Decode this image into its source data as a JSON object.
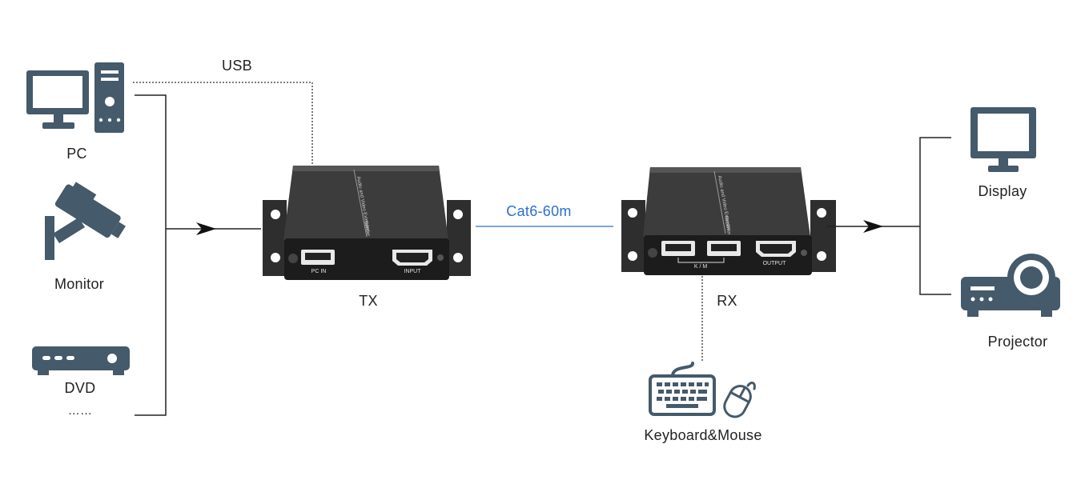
{
  "labels": {
    "usb": "USB",
    "pc": "PC",
    "monitor": "Monitor",
    "dvd": "DVD",
    "more": "……",
    "tx": "TX",
    "cable": "Cat6-60m",
    "rx": "RX",
    "display": "Display",
    "projector": "Projector",
    "keyboard_mouse": "Keyboard&Mouse"
  },
  "tx_device": {
    "top_text": "Audio and Video Extender",
    "side_text": "Sender",
    "port_pc_in": "PC IN",
    "port_input": "INPUT"
  },
  "rx_device": {
    "top_text": "Audio and Video Extender",
    "side_text": "Receiver",
    "port_km": "K / M",
    "port_output": "OUTPUT"
  },
  "colors": {
    "icon": "#455a6a",
    "device_body": "#3a3a3a",
    "device_face": "#1c1c1c",
    "line": "#222222",
    "cable_line": "#2a6fd1",
    "cable_text": "#2a6fd1"
  }
}
